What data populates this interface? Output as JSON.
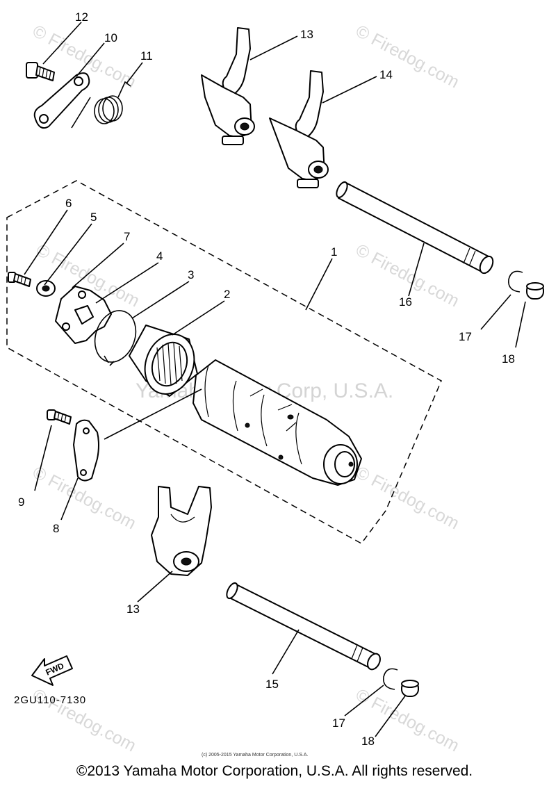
{
  "diagram": {
    "callouts": [
      "12",
      "10",
      "11",
      "13",
      "14",
      "6",
      "5",
      "7",
      "4",
      "3",
      "2",
      "1",
      "16",
      "17",
      "18",
      "9",
      "8",
      "13",
      "15",
      "17",
      "18"
    ],
    "drawing_code": "2GU110-7130",
    "fwd_label": "FWD",
    "watermarks": {
      "site": "© Firedog.com",
      "center": "Yamaha Motor Corp, U.S.A."
    },
    "credit_small": "(c) 2005-2015 Yamaha Motor Corporation, U.S.A."
  },
  "footer": {
    "copyright": "©2013 Yamaha Motor Corporation, U.S.A. All rights reserved."
  }
}
